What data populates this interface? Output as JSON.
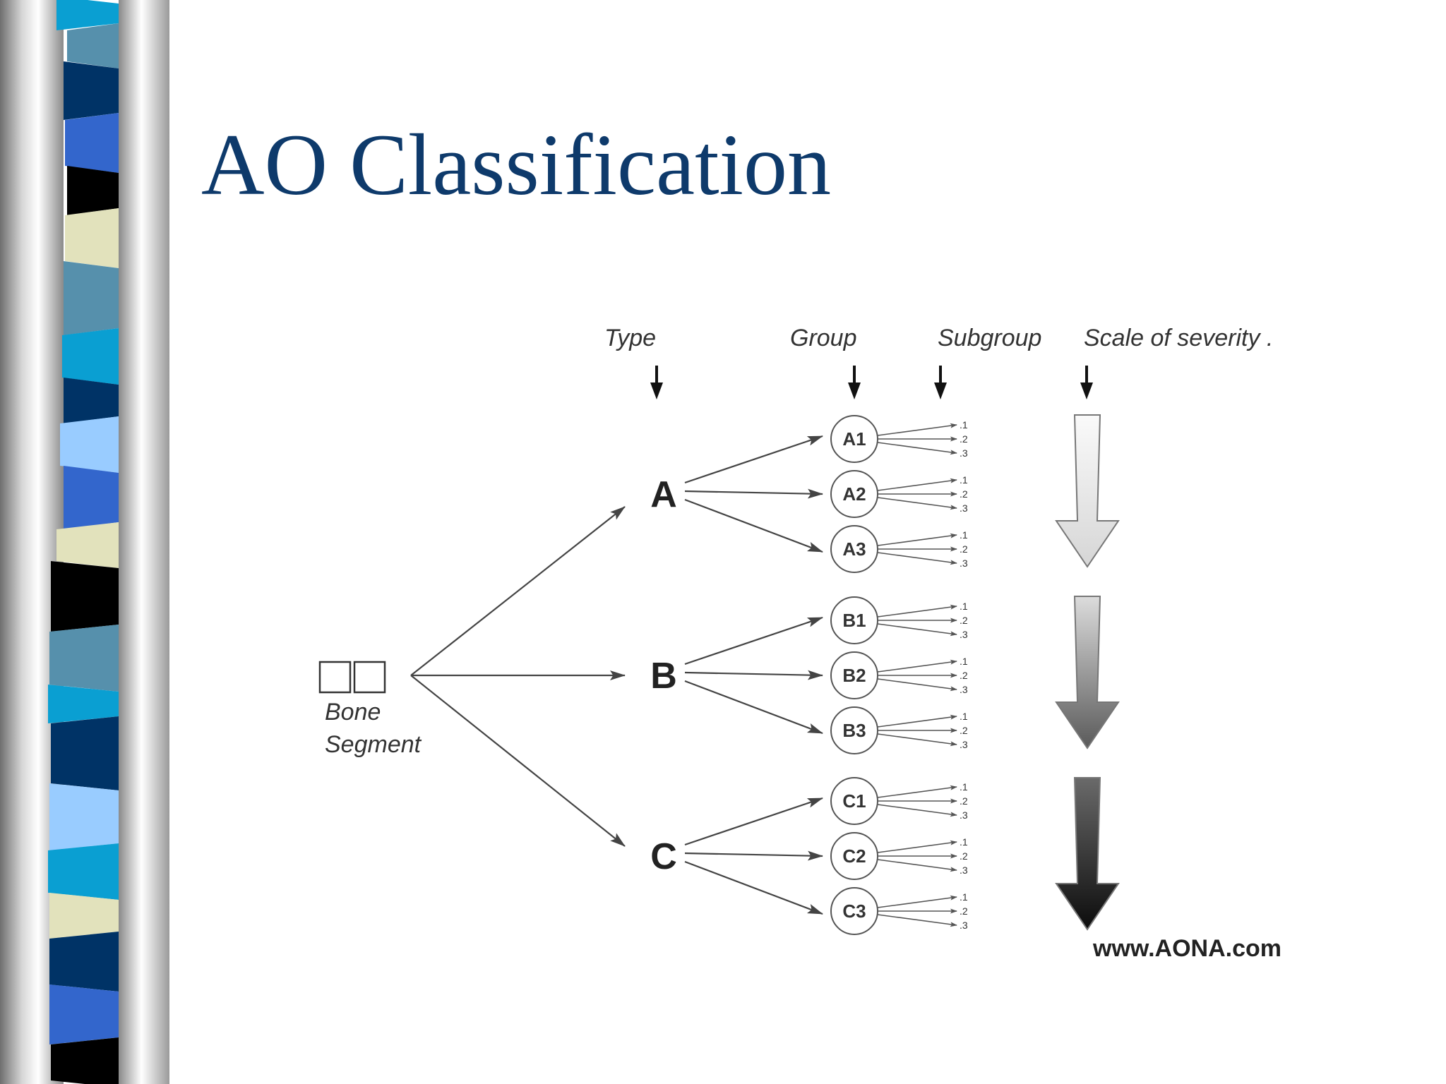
{
  "title": "AO Classification",
  "stripe_colors": [
    "#0a9fd2",
    "#5690ac",
    "#003366",
    "#3366cc",
    "#000000",
    "#e2e2bc",
    "#99ccff"
  ],
  "diagram": {
    "headers": {
      "type": "Type",
      "group": "Group",
      "subgroup": "Subgroup",
      "severity": "Scale of severity ."
    },
    "bone_segment": {
      "line1": "Bone",
      "line2": "Segment"
    },
    "types": [
      {
        "label": "A",
        "groups": [
          "A1",
          "A2",
          "A3"
        ]
      },
      {
        "label": "B",
        "groups": [
          "B1",
          "B2",
          "B3"
        ]
      },
      {
        "label": "C",
        "groups": [
          "C1",
          "C2",
          "C3"
        ]
      }
    ],
    "subgroups": [
      ".1",
      ".2",
      ".3"
    ],
    "website": "www.AONA.com"
  }
}
